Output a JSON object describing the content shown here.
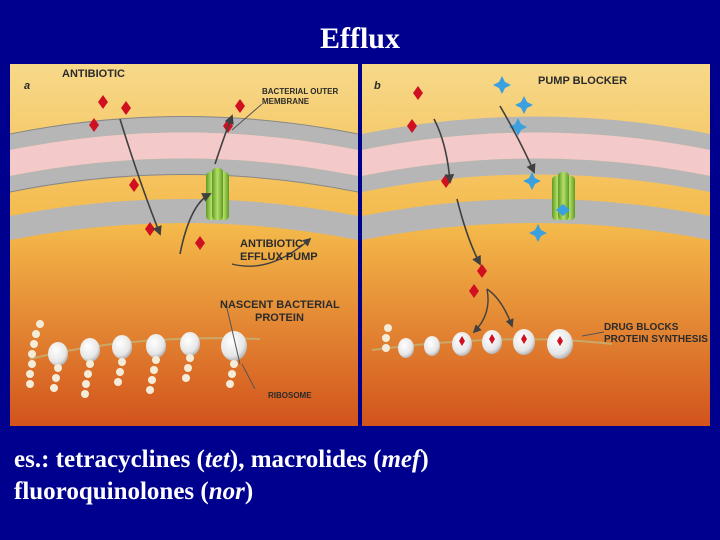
{
  "slide": {
    "title": "Efflux",
    "caption_line1": {
      "pre": "es.: tetracyclines (",
      "i1": "tet",
      "mid": "), macrolides (",
      "i2": "mef",
      "post": ")"
    },
    "caption_line2": {
      "pre": "fluoroquinolones (",
      "i1": "nor",
      "post": ")"
    }
  },
  "panel_a": {
    "letter": "a",
    "labels": {
      "antibiotic": "ANTIBIOTIC",
      "outer_membrane_1": "BACTERIAL OUTER",
      "outer_membrane_2": "MEMBRANE",
      "pump_1": "ANTIBIOTIC",
      "pump_2": "EFFLUX PUMP",
      "nascent_1": "NASCENT BACTERIAL",
      "nascent_2": "PROTEIN",
      "ribosome": "RIBOSOME"
    }
  },
  "panel_b": {
    "letter": "b",
    "labels": {
      "pump_blocker": "PUMP BLOCKER",
      "drug_blocks_1": "DRUG BLOCKS",
      "drug_blocks_2": "PROTEIN SYNTHESIS"
    }
  },
  "colors": {
    "background": "#00008f",
    "antibiotic": "#d01020",
    "pump_blocker": "#3aa0e0",
    "pump": "#8cc43c",
    "membrane": "#b0b0b0"
  }
}
